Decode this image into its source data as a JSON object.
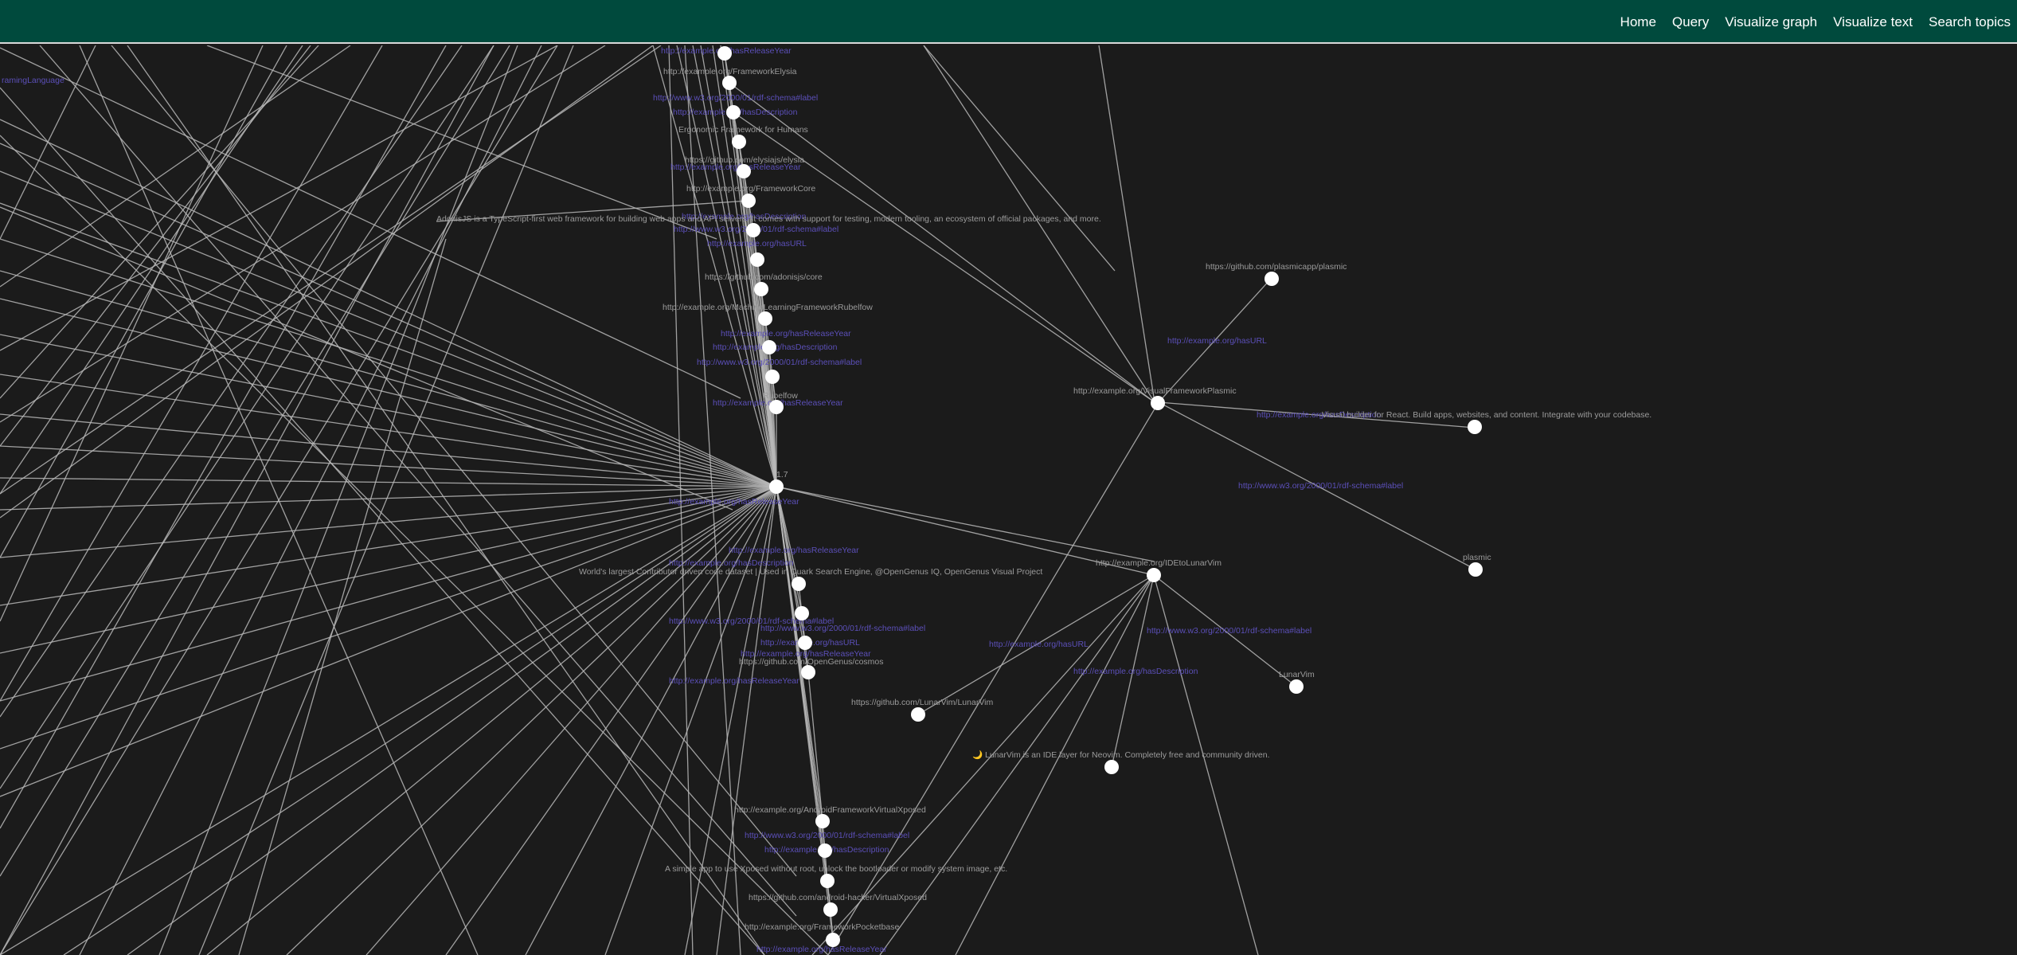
{
  "nav": {
    "home": "Home",
    "query": "Query",
    "visualize_graph": "Visualize graph",
    "visualize_text": "Visualize text",
    "search_topics": "Search topics"
  },
  "graph": {
    "node_labels": [
      "ramingLanguage",
      "http://example.org/FrameworkElysia",
      "Ergonomic Framework for Humans",
      "https://github.com/elysiajs/elysia",
      "http://example.org/FrameworkCore",
      "AdonisJS is a TypeScript-first web framework for building web apps and API servers. It comes with support for testing, modern tooling, an ecosystem of official packages, and more.",
      "https://github.com/adonisjs/core",
      "http://example.org/MachineLearningFrameworkRubelfow",
      "Rubelfow",
      "1.7",
      "World's largest Contributor driven code dataset | Used in Quark Search Engine, @OpenGenus IQ, OpenGenus Visual Project",
      "https://github.com/OpenGenus/cosmos",
      "https://github.com/plasmicapp/plasmic",
      "http://example.org/VisualFrameworkPlasmic",
      "Visual builder for React. Build apps, websites, and content. Integrate with your codebase.",
      "plasmic",
      "http://example.org/IDEtoLunarVim",
      "LunarVim",
      "https://github.com/LunarVim/LunarVim",
      "🌙 LunarVim is an IDE layer for Neovim. Completely free and community driven.",
      "http://example.org/AndroidFrameworkVirtualXposed",
      "A simple app to use Xposed without root, unlock the bootloader or modify system image, etc.",
      "https://github.com/android-hacker/VirtualXposed",
      "http://example.org/FrameworkPocketbase"
    ],
    "edge_labels": [
      "http://example.org/hasReleaseYear",
      "http://www.w3.org/2000/01/rdf-schema#label",
      "http://example.org/hasDescription",
      "http://example.org/hasURL",
      "http://example.org/hasReleaseYear"
    ]
  }
}
